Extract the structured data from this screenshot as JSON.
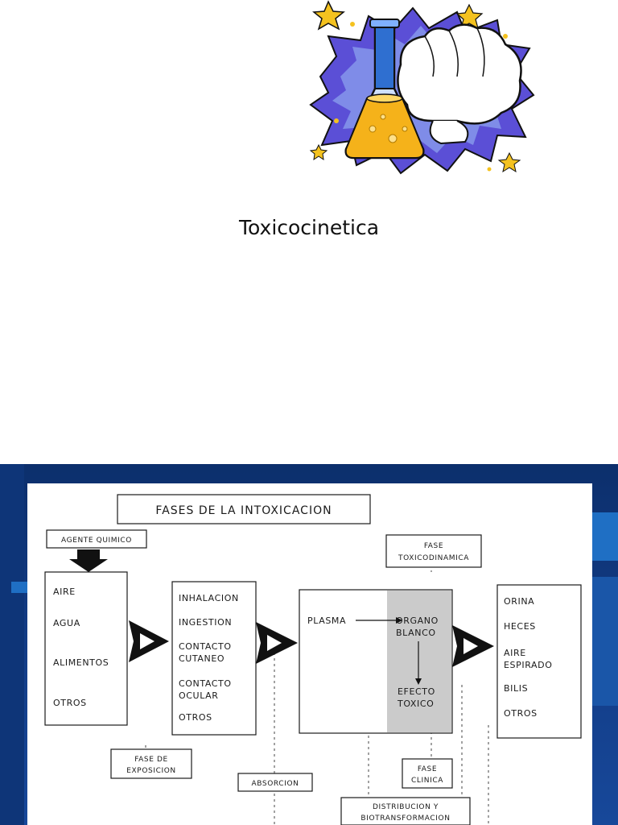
{
  "slide_title": "Toxicocinetica",
  "clipart_icons": [
    "flask-icon",
    "glove-hand-icon",
    "star-icon",
    "burst-icon"
  ],
  "colors": {
    "slide_background": "#123b84",
    "accent_blue": "#1f6fc4",
    "flask_liquid": "#f5b21a",
    "burst": "#5b4fd6"
  },
  "diagram": {
    "title": "FASES DE LA INTOXICACION",
    "agent_label": "AGENTE QUIMICO",
    "sources": [
      "AIRE",
      "AGUA",
      "ALIMENTOS",
      "OTROS"
    ],
    "routes": [
      "INHALACION",
      "INGESTION",
      "CONTACTO",
      "CUTANEO",
      "CONTACTO",
      "OCULAR",
      "OTROS"
    ],
    "plasma": "PLASMA",
    "target": [
      "ORGANO",
      "BLANCO"
    ],
    "effect": [
      "EFECTO",
      "TOXICO"
    ],
    "excretion": [
      "ORINA",
      "HECES",
      "AIRE",
      "ESPIRADO",
      "BILIS",
      "OTROS"
    ],
    "phases": {
      "toxicodinamica": [
        "FASE",
        "TOXICODINAMICA"
      ],
      "exposicion": [
        "FASE DE",
        "EXPOSICION"
      ],
      "absorcion": "ABSORCION",
      "clinica": [
        "FASE",
        "CLINICA"
      ],
      "distribucion": [
        "DISTRIBUCION Y",
        "BIOTRANSFORMACION"
      ]
    }
  }
}
